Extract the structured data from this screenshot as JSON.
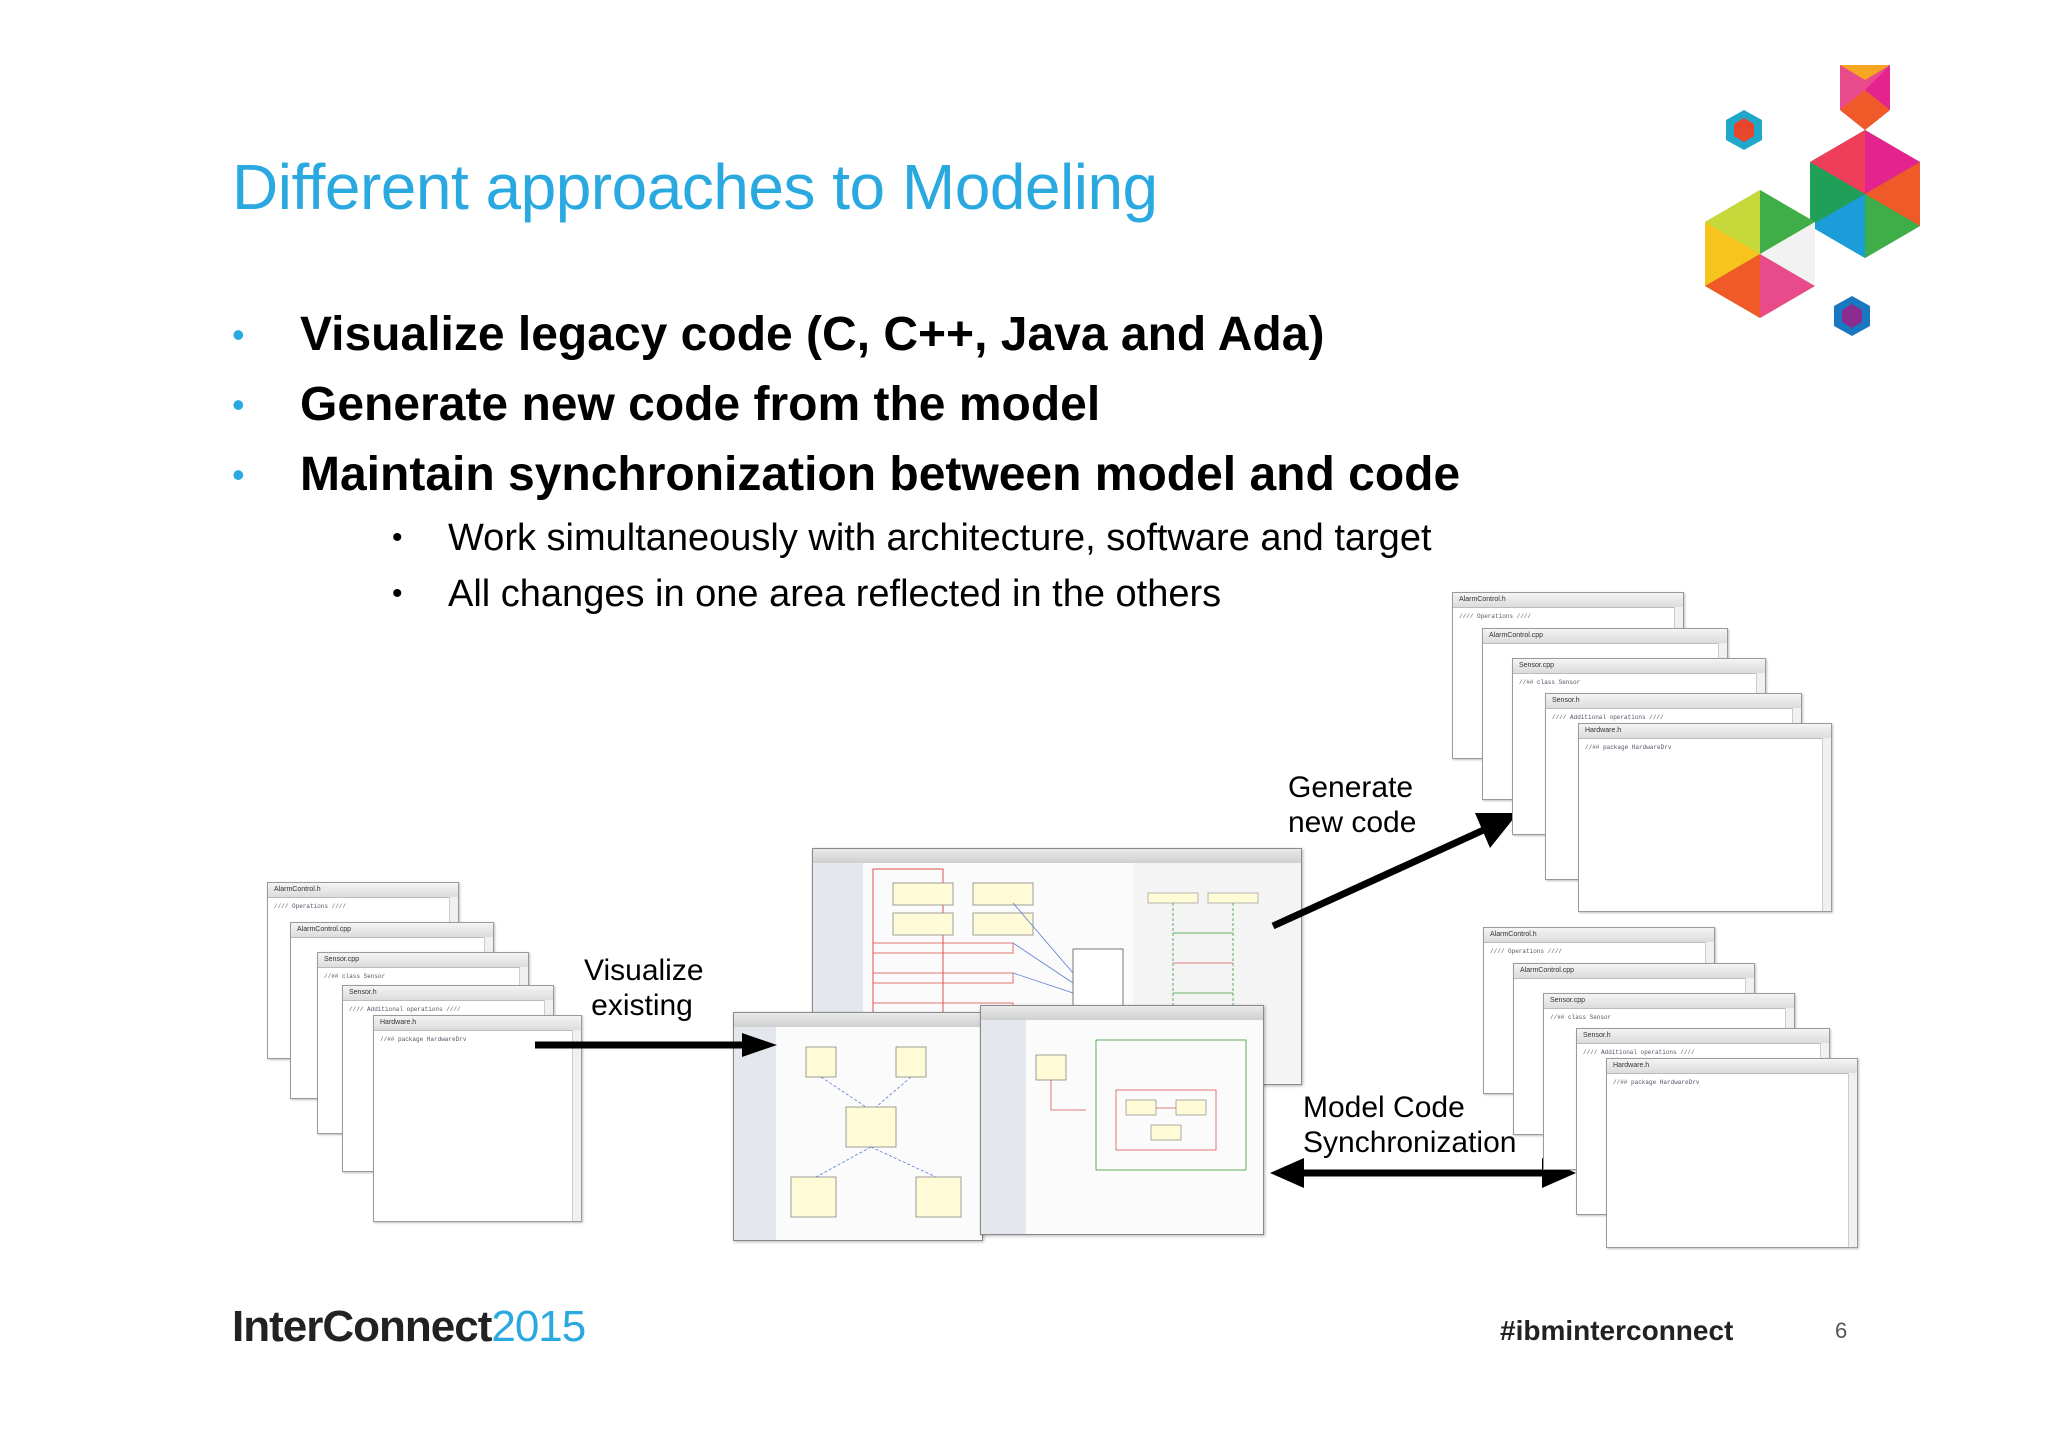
{
  "slide": {
    "title": "Different approaches to Modeling",
    "bullets": [
      "Visualize legacy code (C, C++, Java and Ada)",
      "Generate new code from the model",
      "Maintain synchronization between model and code"
    ],
    "sub_bullets": [
      "Work simultaneously with architecture, software and target",
      "All changes in one area reflected in the others"
    ],
    "bullet_glyph": "•",
    "labels": {
      "visualize_line1": "Visualize",
      "visualize_line2": "existing",
      "generate_line1": "Generate",
      "generate_line2": "new code",
      "sync_line1": "Model Code",
      "sync_line2": "Synchronization"
    },
    "footer": {
      "brand": "InterConnect",
      "year": "2015",
      "hashtag": "#ibminterconnect",
      "page_number": "6"
    }
  },
  "code_windows": {
    "tabs": [
      "AlarmControl.h",
      "AlarmControl.cpp",
      "Sensor.cpp",
      "Sensor.h",
      "Hardware.h"
    ],
    "snippets": [
      "////   Operations   ////",
      "//## class Sensor",
      "////   Additional operations   ////",
      "//## package HardwareDrv"
    ]
  },
  "colors": {
    "title": "#2aa8e0",
    "bullet_dot": "#2aa8e0",
    "arrow": "#000000"
  },
  "icons": [
    "hexagon-logo-icon",
    "arrow-right-icon",
    "arrow-diagonal-icon",
    "double-arrow-icon"
  ]
}
